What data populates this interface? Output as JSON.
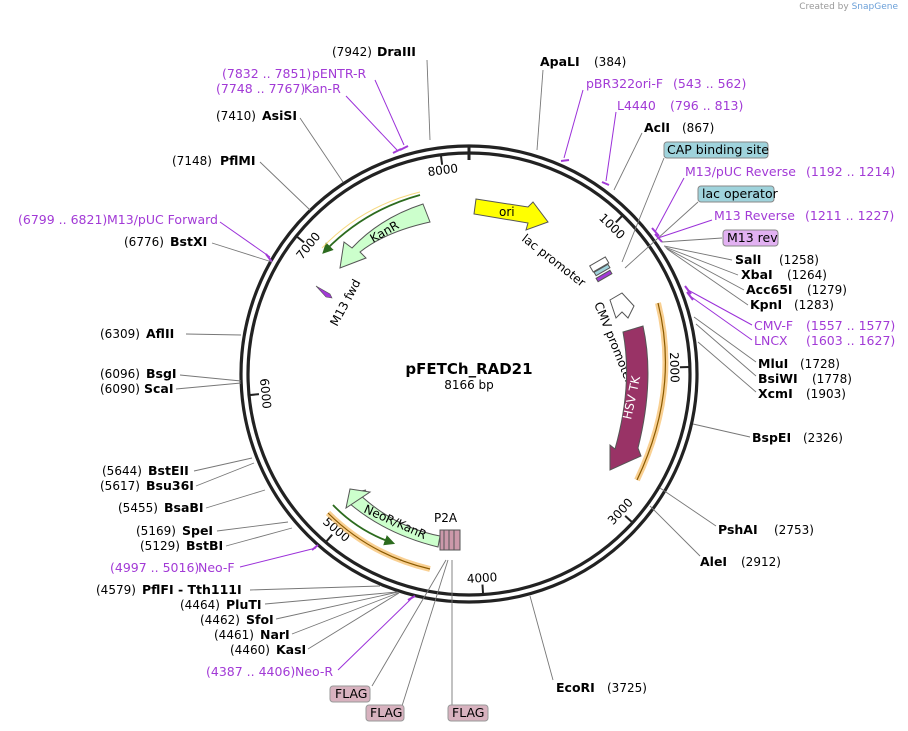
{
  "credit": {
    "prefix": "Created by",
    "brand": "SnapGene"
  },
  "plasmid": {
    "name": "pFETCh_RAD21",
    "length_label": "8166 bp",
    "length": 8166
  },
  "ruler_ticks": [
    {
      "pos": 1000,
      "label": "1000"
    },
    {
      "pos": 2000,
      "label": "2000"
    },
    {
      "pos": 3000,
      "label": "3000"
    },
    {
      "pos": 4000,
      "label": "4000"
    },
    {
      "pos": 5000,
      "label": "5000"
    },
    {
      "pos": 6000,
      "label": "6000"
    },
    {
      "pos": 7000,
      "label": "7000"
    },
    {
      "pos": 8000,
      "label": "8000"
    }
  ],
  "sites": [
    {
      "name": "DraIII",
      "pos": "(7942)",
      "side": "left"
    },
    {
      "name": "AsiSI",
      "pos": "(7410)",
      "side": "left"
    },
    {
      "name": "PflMI",
      "pos": "(7148)",
      "side": "left"
    },
    {
      "name": "BstXI",
      "pos": "(6776)",
      "side": "left"
    },
    {
      "name": "AflII",
      "pos": "(6309)",
      "side": "left"
    },
    {
      "name": "BsgI",
      "pos": "(6096)",
      "side": "left"
    },
    {
      "name": "ScaI",
      "pos": "(6090)",
      "side": "left"
    },
    {
      "name": "BstEII",
      "pos": "(5644)",
      "side": "left"
    },
    {
      "name": "Bsu36I",
      "pos": "(5617)",
      "side": "left"
    },
    {
      "name": "BsaBI",
      "pos": "(5455)",
      "side": "left"
    },
    {
      "name": "SpeI",
      "pos": "(5169)",
      "side": "left"
    },
    {
      "name": "BstBI",
      "pos": "(5129)",
      "side": "left"
    },
    {
      "name": "PflFI - Tth111I",
      "pos": "(4579)",
      "side": "left"
    },
    {
      "name": "PluTI",
      "pos": "(4464)",
      "side": "left"
    },
    {
      "name": "SfoI",
      "pos": "(4462)",
      "side": "left"
    },
    {
      "name": "NarI",
      "pos": "(4461)",
      "side": "left"
    },
    {
      "name": "KasI",
      "pos": "(4460)",
      "side": "left"
    },
    {
      "name": "EcoRI",
      "pos": "(3725)",
      "side": "right"
    },
    {
      "name": "ApaLI",
      "pos": "(384)",
      "side": "right"
    },
    {
      "name": "AclI",
      "pos": "(867)",
      "side": "right"
    },
    {
      "name": "SalI",
      "pos": "(1258)",
      "side": "right"
    },
    {
      "name": "XbaI",
      "pos": "(1264)",
      "side": "right"
    },
    {
      "name": "Acc65I",
      "pos": "(1279)",
      "side": "right"
    },
    {
      "name": "KpnI",
      "pos": "(1283)",
      "side": "right"
    },
    {
      "name": "MluI",
      "pos": "(1728)",
      "side": "right"
    },
    {
      "name": "BsiWI",
      "pos": "(1778)",
      "side": "right"
    },
    {
      "name": "XcmI",
      "pos": "(1903)",
      "side": "right"
    },
    {
      "name": "BspEI",
      "pos": "(2326)",
      "side": "right"
    },
    {
      "name": "PshAI",
      "pos": "(2753)",
      "side": "right"
    },
    {
      "name": "AleI",
      "pos": "(2912)",
      "side": "right"
    }
  ],
  "primers": [
    {
      "name": "pENTR-R",
      "range": "(7832 .. 7851)"
    },
    {
      "name": "Kan-R",
      "range": "(7748 .. 7767)"
    },
    {
      "name": "M13/pUC Forward",
      "range": "(6799 .. 6821)"
    },
    {
      "name": "Neo-F",
      "range": "(4997 .. 5016)"
    },
    {
      "name": "Neo-R",
      "range": "(4387 .. 4406)"
    },
    {
      "name": "pBR322ori-F",
      "range": "(543 .. 562)"
    },
    {
      "name": "L4440",
      "range": "(796 .. 813)"
    },
    {
      "name": "M13/pUC Reverse",
      "range": "(1192 .. 1214)"
    },
    {
      "name": "M13 Reverse",
      "range": "(1211 .. 1227)"
    },
    {
      "name": "CMV-F",
      "range": "(1557 .. 1577)"
    },
    {
      "name": "LNCX",
      "range": "(1603 .. 1627)"
    }
  ],
  "boxed_features": [
    {
      "name": "CAP binding site",
      "color": "#9fd3dc"
    },
    {
      "name": "lac operator",
      "color": "#9fd3dc"
    },
    {
      "name": "M13 rev",
      "color": "#e2b1f2"
    },
    {
      "name": "FLAG",
      "color": "#d8b2bf"
    }
  ],
  "flag_labels": [
    "FLAG",
    "FLAG",
    "FLAG"
  ],
  "features": [
    {
      "name": "ori",
      "color": "#ffff00"
    },
    {
      "name": "lac promoter",
      "color": "#ffffff"
    },
    {
      "name": "CMV promoter",
      "color": "#ffffff"
    },
    {
      "name": "HSV TK",
      "color": "#993366"
    },
    {
      "name": "KanR",
      "color": "#ccffcc"
    },
    {
      "name": "NeoR/KanR",
      "color": "#ccffcc"
    },
    {
      "name": "P2A",
      "color": "#cc99aa"
    },
    {
      "name": "M13 fwd",
      "color": "#a23ad6"
    }
  ]
}
